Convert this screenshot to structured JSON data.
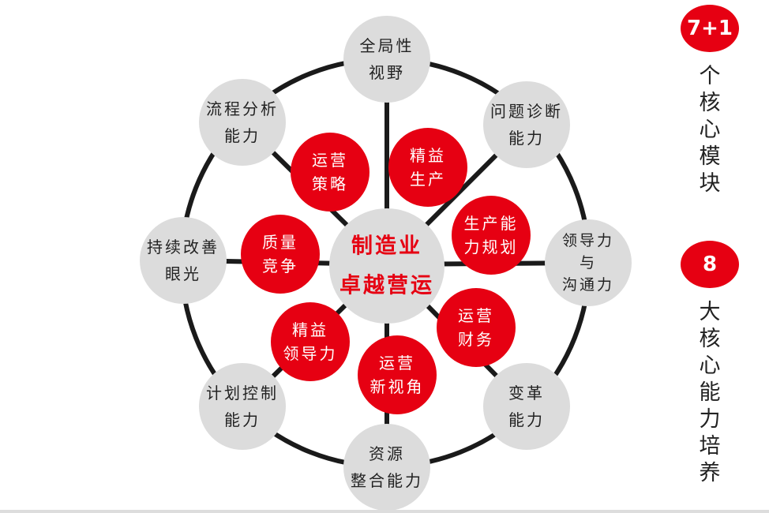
{
  "colors": {
    "red": "#e60012",
    "gray": "#dcdcdc",
    "line": "#1a1a1a"
  },
  "center": {
    "lines": [
      "制造业",
      "卓越营运"
    ]
  },
  "outer_nodes": [
    {
      "lines": [
        "全局性",
        "视野"
      ]
    },
    {
      "lines": [
        "问题诊断",
        "能力"
      ]
    },
    {
      "lines": [
        "领导力",
        "与",
        "沟通力"
      ]
    },
    {
      "lines": [
        "变革",
        "能力"
      ]
    },
    {
      "lines": [
        "资源",
        "整合能力"
      ]
    },
    {
      "lines": [
        "计划控制",
        "能力"
      ]
    },
    {
      "lines": [
        "持续改善",
        "眼光"
      ]
    },
    {
      "lines": [
        "流程分析",
        "能力"
      ]
    }
  ],
  "inner_nodes": [
    {
      "lines": [
        "运营",
        "策略"
      ]
    },
    {
      "lines": [
        "精益",
        "生产"
      ]
    },
    {
      "lines": [
        "生产能",
        "力规划"
      ]
    },
    {
      "lines": [
        "运营",
        "财务"
      ]
    },
    {
      "lines": [
        "运营",
        "新视角"
      ]
    },
    {
      "lines": [
        "精益",
        "领导力"
      ]
    },
    {
      "lines": [
        "质量",
        "竞争"
      ]
    }
  ],
  "side": {
    "badge1": "7+1",
    "label1": "个核心模块",
    "badge2": "8",
    "label2": "大核心能力培养"
  }
}
